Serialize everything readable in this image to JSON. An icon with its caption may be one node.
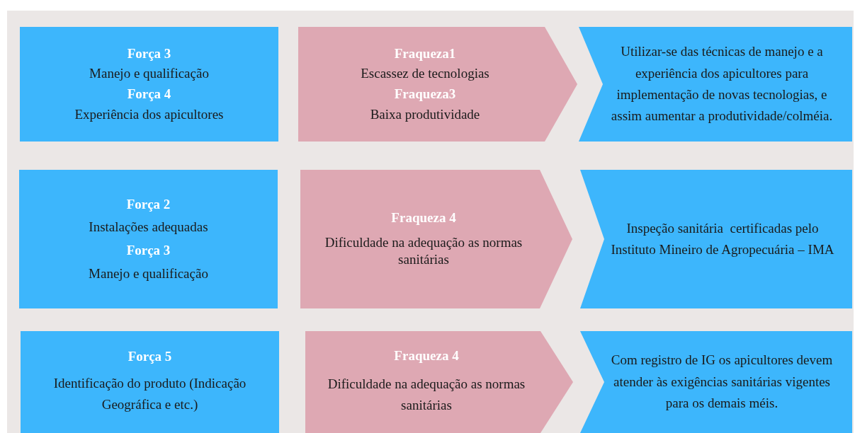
{
  "diagram": {
    "nodes": [
      {
        "text": [
          "Força 3",
          "Manejo e qualificação",
          "Força 4",
          "Experiência dos apicultores"
        ]
      },
      {
        "text": [
          "Fraqueza1",
          "Escassez de tecnologias",
          "Fraqueza3",
          "Baixa produtividade"
        ]
      },
      {
        "text": [
          "Utilizar-se das técnicas de manejo e a experiência dos apicultores para implementação de novas tecnologias, e assim aumentar a produtividade/colméia."
        ]
      },
      {
        "text": [
          "Força 2",
          "Instalações adequadas",
          "Força 3",
          "Manejo e qualificação"
        ]
      },
      {
        "text": [
          "Fraqueza 4",
          "Dificuldade na adequação as normas sanitárias"
        ]
      },
      {
        "text": [
          "Inspeção sanitária  certificadas pelo Instituto Mineiro de Agropecuária – IMA"
        ]
      },
      {
        "text": [
          "Força 5",
          "Identificação do produto (Indicação Geográfica e etc.)"
        ]
      },
      {
        "text": [
          "Fraqueza 4",
          "Dificuldade na adequação as normas sanitárias"
        ]
      },
      {
        "text": [
          "Com registro de IG os apicultores devem atender às exigências sanitárias vigentes para os demais méis."
        ]
      }
    ]
  }
}
